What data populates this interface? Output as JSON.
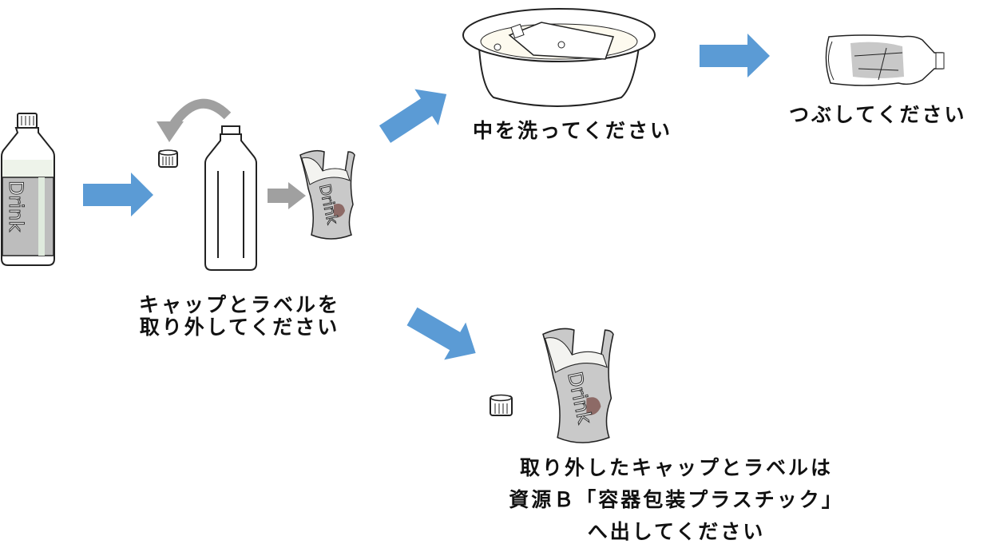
{
  "title": "PET bottle recycling steps",
  "colors": {
    "blue_arrow": "#5b9bd5",
    "gray_arrow": "#a0a0a0",
    "label_gray": "#bdbdbd"
  },
  "bottle_label_text": "Drink",
  "steps": {
    "remove": {
      "line1": "キャップとラベルを",
      "line2": "取り外してください"
    },
    "wash": {
      "text": "中を洗ってください"
    },
    "crush": {
      "text": "つぶしてください"
    },
    "dispose": {
      "line1": "取り外したキャップとラベルは",
      "line2": "資源Ｂ「容器包装プラスチック」",
      "line3": "へ出してください"
    }
  }
}
